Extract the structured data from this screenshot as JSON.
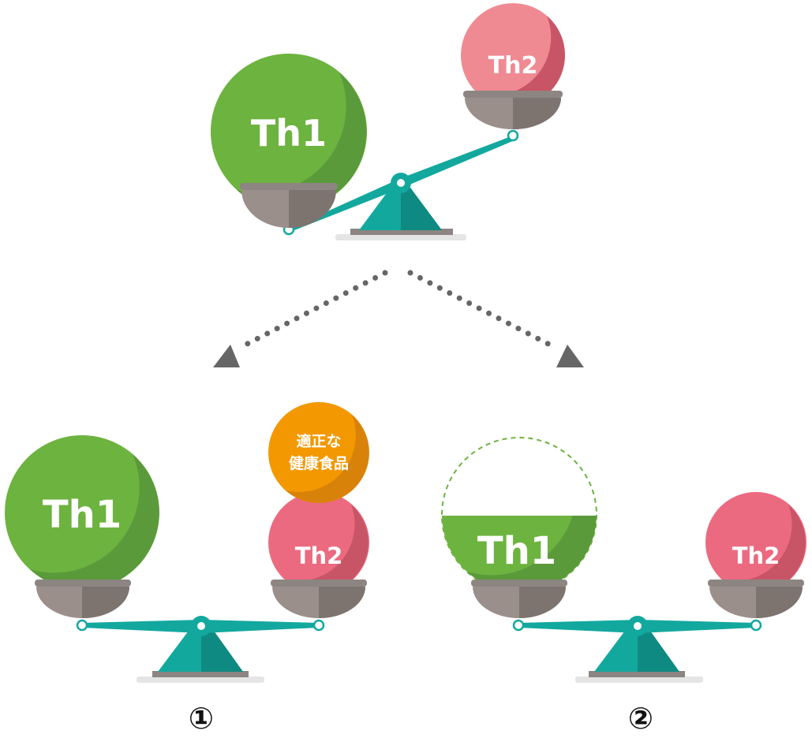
{
  "colors": {
    "th1_green": "#6db33f",
    "th1_green_shade": "#5a9a3a",
    "th2_pink": "#ec6a80",
    "th2_pink_top": "#ef8a93",
    "th2_pink_shade": "#c85566",
    "food_orange": "#f39800",
    "food_orange_shade": "#d9820a",
    "teal": "#13a89e",
    "teal_dark": "#0e8a82",
    "pan_gray": "#9a8f8b",
    "pan_gray_dark": "#7d736f",
    "rim_gray": "#8c8581",
    "base_gray": "#e5e5e5",
    "arrow_gray": "#666666"
  },
  "diagram": {
    "top_scale": {
      "left_ball": "Th1",
      "right_ball": "Th2"
    },
    "scale_1": {
      "left_ball": "Th1",
      "right_ball": "Th2",
      "food_line1": "適正な",
      "food_line2": "健康食品",
      "caption": "①"
    },
    "scale_2": {
      "left_ball": "Th1",
      "right_ball": "Th2",
      "caption": "②"
    }
  }
}
